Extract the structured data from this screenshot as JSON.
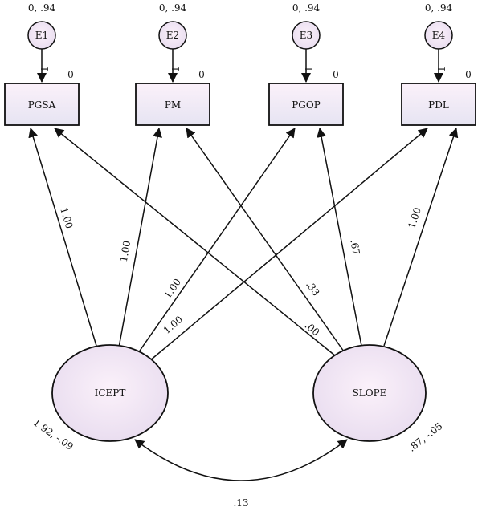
{
  "errors": [
    {
      "id": "E1",
      "label": "E1",
      "stats": "0, .94",
      "path_label": "1",
      "intercept": "0"
    },
    {
      "id": "E2",
      "label": "E2",
      "stats": "0, .94",
      "path_label": "1",
      "intercept": "0"
    },
    {
      "id": "E3",
      "label": "E3",
      "stats": "0, .94",
      "path_label": "1",
      "intercept": "0"
    },
    {
      "id": "E4",
      "label": "E4",
      "stats": "0, .94",
      "path_label": "1",
      "intercept": "0"
    }
  ],
  "observed": [
    {
      "id": "PGSA",
      "label": "PGSA"
    },
    {
      "id": "PM",
      "label": "PM"
    },
    {
      "id": "PGOP",
      "label": "PGOP"
    },
    {
      "id": "PDL",
      "label": "PDL"
    }
  ],
  "latent": [
    {
      "id": "ICEPT",
      "label": "ICEPT",
      "stats": "1.92, -.09"
    },
    {
      "id": "SLOPE",
      "label": "SLOPE",
      "stats": ".87, -.05"
    }
  ],
  "loadings": {
    "ICEPT": [
      "1.00",
      "1.00",
      "1.00",
      "1.00"
    ],
    "SLOPE": [
      ".00",
      ".33",
      ".67",
      "1.00"
    ]
  },
  "covariance": ".13",
  "colors": {
    "node_fill_top": "#fbf1fa",
    "node_fill_bottom": "#e6e4f2",
    "stroke": "#111111"
  }
}
